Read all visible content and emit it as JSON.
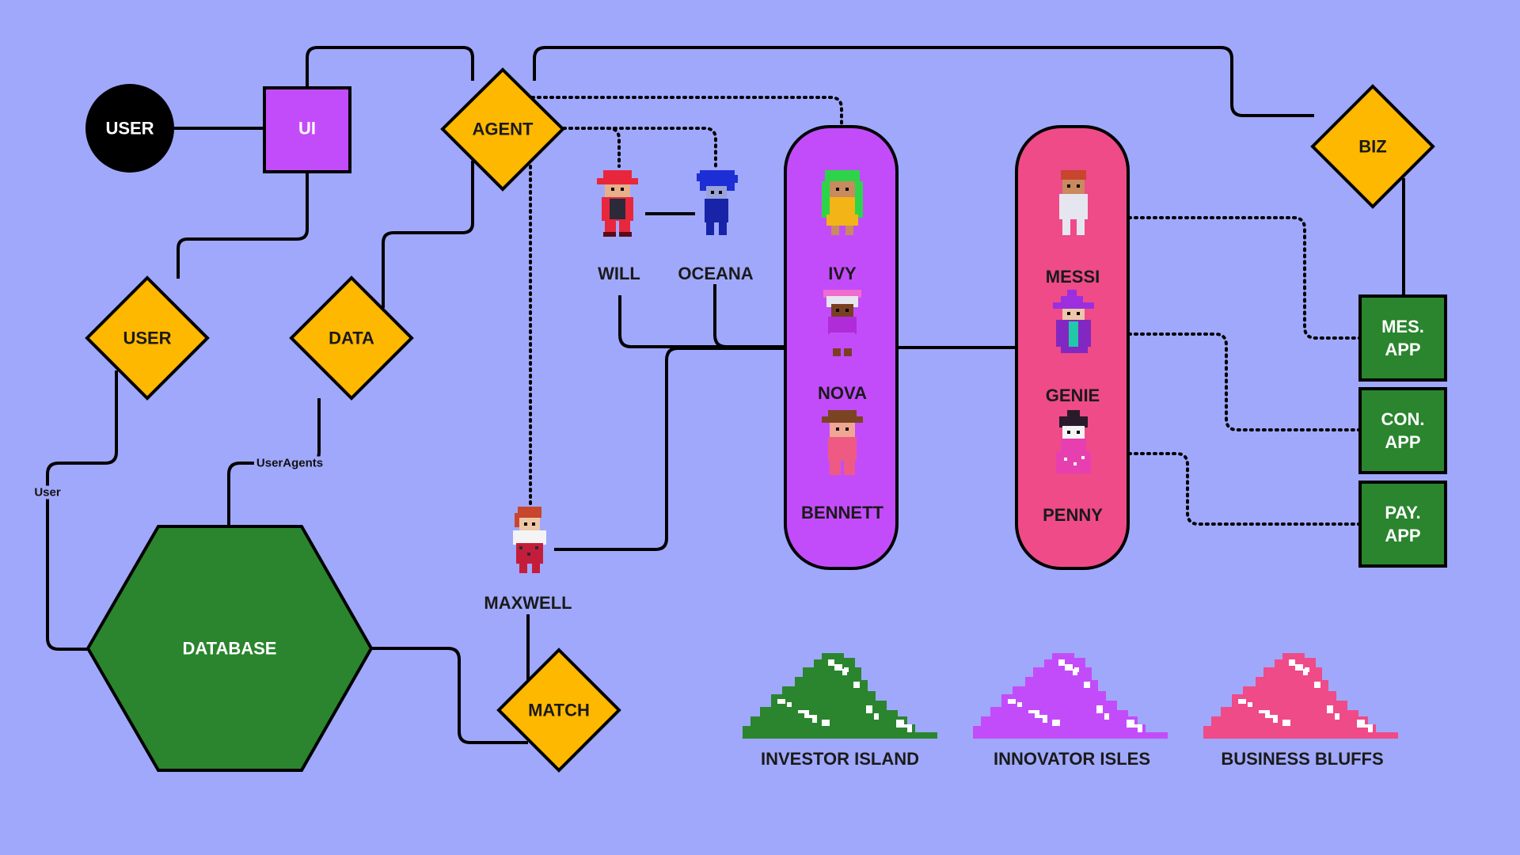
{
  "colors": {
    "background": "#a0a8fb",
    "diamond": "#ffb800",
    "purple": "#c34cfa",
    "pink": "#ee4b88",
    "green": "#2a852e",
    "black": "#000000"
  },
  "nodes": {
    "user_circle": "USER",
    "ui": "UI",
    "agent": "AGENT",
    "biz": "BIZ",
    "user_diamond": "USER",
    "data_diamond": "DATA",
    "database": "DATABASE",
    "match": "MATCH",
    "mes_app": "MES.\nAPP",
    "con_app": "CON.\nAPP",
    "pay_app": "PAY.\nAPP"
  },
  "edge_labels": {
    "user": "User",
    "user_agents": "UserAgents"
  },
  "characters": {
    "will": "WILL",
    "oceana": "OCEANA",
    "maxwell": "MAXWELL",
    "ivy": "IVY",
    "nova": "NOVA",
    "bennett": "BENNETT",
    "messi": "MESSI",
    "genie": "GENIE",
    "penny": "PENNY"
  },
  "islands": {
    "investor": "INVESTOR ISLAND",
    "innovator": "INNOVATOR ISLES",
    "business": "BUSINESS BLUFFS"
  }
}
